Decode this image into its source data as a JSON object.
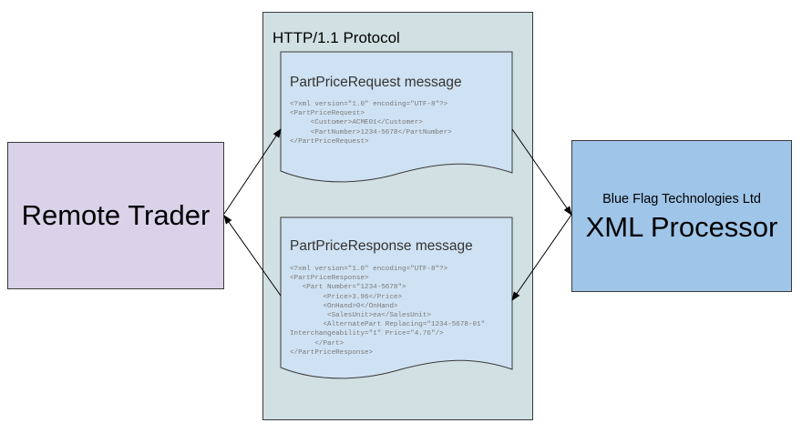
{
  "remote_trader": {
    "label": "Remote Trader"
  },
  "protocol": {
    "title": "HTTP/1.1 Protocol"
  },
  "request": {
    "title": "PartPriceRequest message",
    "lines": [
      "<?xml version=\"1.0\" encoding=\"UTF-8\"?>",
      "<PartPriceRequest>",
      "     <Customer>ACME01</Customer>",
      "     <PartNumber>1234-5678</PartNumber>",
      "</PartPriceRequest>"
    ]
  },
  "response": {
    "title": "PartPriceResponse message",
    "lines": [
      "<?xml version=\"1.0\" encoding=\"UTF-8\"?>",
      "<PartPriceResponse>",
      "   <Part Number=\"1234-5678\">",
      "        <Price>3.96</Price>",
      "        <OnHand>0</OnHand>",
      "         <SalesUnit>ea</SalesUnit>",
      "        <AlternatePart Replacing=\"1234-5678-01\"",
      "Interchangeability=\"1\" Price=\"4.76\"/>",
      "      </Part>",
      "</PartPriceResponse>"
    ]
  },
  "processor": {
    "company": "Blue Flag Technologies Ltd",
    "name": "XML Processor"
  }
}
